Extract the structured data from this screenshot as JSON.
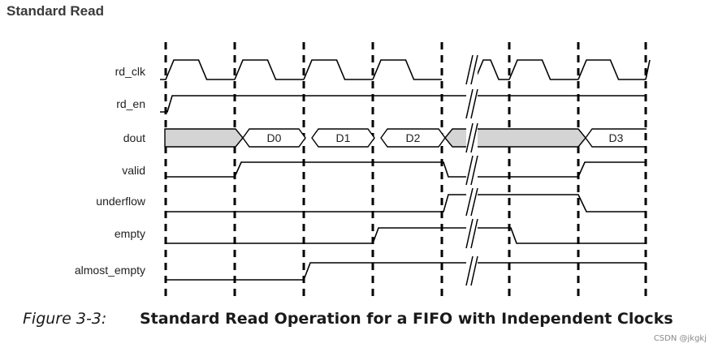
{
  "header": {
    "title": "Standard Read"
  },
  "diagram": {
    "signals": [
      {
        "id": "rd_clk",
        "label": "rd_clk"
      },
      {
        "id": "rd_en",
        "label": "rd_en"
      },
      {
        "id": "dout",
        "label": "dout"
      },
      {
        "id": "valid",
        "label": "valid"
      },
      {
        "id": "underflow",
        "label": "underflow"
      },
      {
        "id": "empty",
        "label": "empty"
      },
      {
        "id": "almost_empty",
        "label": "almost_empty"
      }
    ],
    "dout_values": [
      "D0",
      "D1",
      "D2",
      "D3"
    ],
    "colors": {
      "line": "#000000",
      "bus_fill": "#d4d4d4"
    }
  },
  "caption": {
    "number": "Figure 3-3:",
    "text": "Standard Read Operation for a FIFO with Independent Clocks"
  },
  "watermark": "CSDN @jkgkj"
}
